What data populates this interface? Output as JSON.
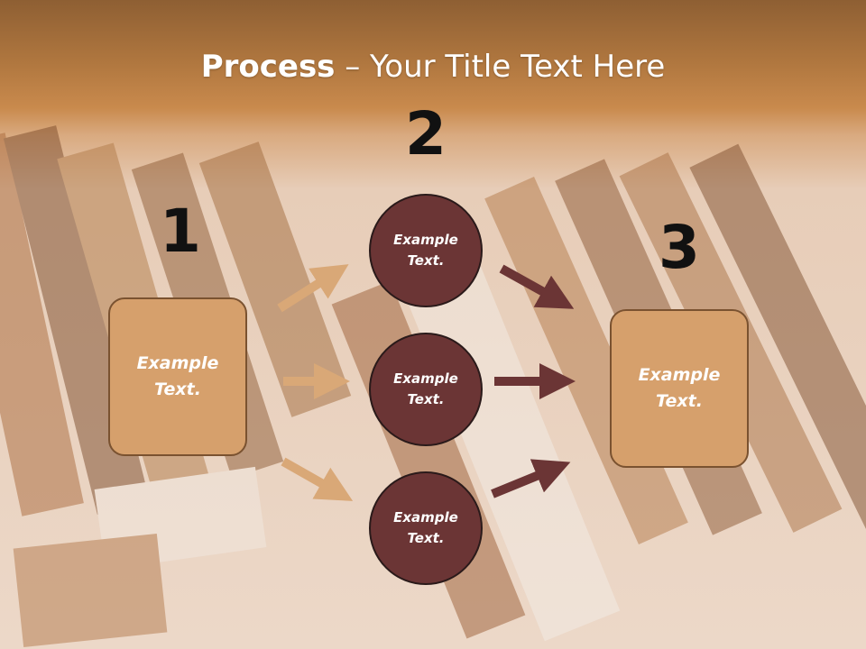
{
  "slide": {
    "title_bold": "Process",
    "title_rest": " – Your Title Text Here"
  },
  "steps": {
    "step1_number": "1",
    "step2_number": "2",
    "step3_number": "3"
  },
  "nodes": {
    "left_box": "Example\nText.",
    "circle_top": "Example\nText.",
    "circle_middle": "Example\nText.",
    "circle_bottom": "Example\nText.",
    "right_box": "Example\nText."
  },
  "colors": {
    "box_fill": "#d6a06c",
    "circle_fill": "#6b3535",
    "arrow_light": "#d9a877",
    "arrow_dark": "#6b3535"
  }
}
